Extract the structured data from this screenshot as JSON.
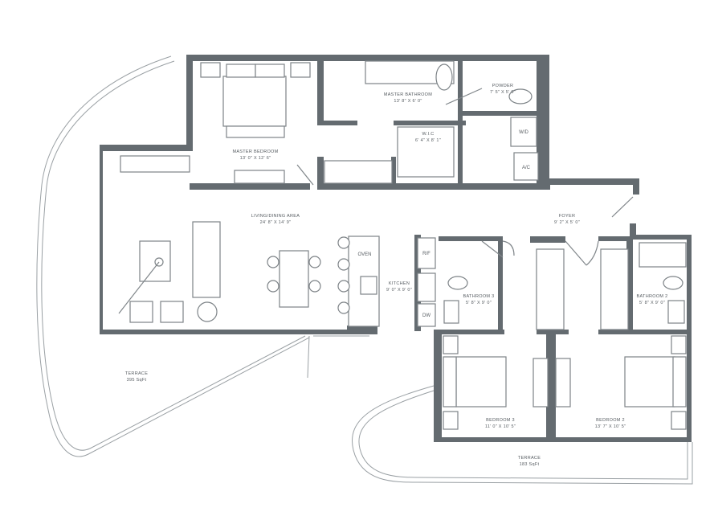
{
  "plan": {
    "rooms": [
      {
        "name": "MASTER BEDROOM",
        "size": "13' 0\" X 12' 6\""
      },
      {
        "name": "MASTER BATHROOM",
        "size": "13' 8\" X 6' 0\""
      },
      {
        "name": "POWDER",
        "size": "7' 5\" X 5' 0\""
      },
      {
        "name": "W.I.C",
        "size": "6' 4\" X 8' 1\""
      },
      {
        "name": "LIVING/DINING AREA",
        "size": "24' 8\" X 14' 9\""
      },
      {
        "name": "FOYER",
        "size": "9' 2\" X 5' 0\""
      },
      {
        "name": "KITCHEN",
        "size": "9' 0\" X 9' 0\""
      },
      {
        "name": "BATHROOM 3",
        "size": "5' 8\" X 9' 0\""
      },
      {
        "name": "BATHROOM 2",
        "size": "5' 8\" X 9' 0\""
      },
      {
        "name": "BEDROOM 3",
        "size": "11' 0\" X 10' 5\""
      },
      {
        "name": "BEDROOM 2",
        "size": "13' 7\" X 10' 5\""
      },
      {
        "name": "TERRACE",
        "size": "395 SqFt"
      },
      {
        "name": "TERRACE",
        "size": "183 SqFt"
      }
    ],
    "fixtures": {
      "wd": "W/D",
      "ac": "A/C",
      "oven": "OVEN",
      "rf": "R/F",
      "dw": "DW"
    },
    "colors": {
      "wall": "#646b70",
      "line": "#80868a",
      "text": "#555b60"
    }
  }
}
